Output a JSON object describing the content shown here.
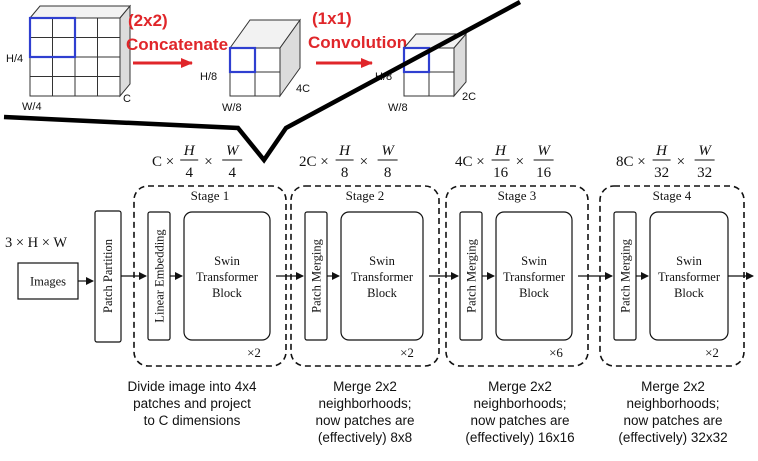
{
  "top": {
    "op1_line1": "(2x2)",
    "op1_line2": "Concatenate",
    "op2_line1": "(1x1)",
    "op2_line2": "Convolution",
    "cube1": {
      "height": "H/4",
      "width": "W/4",
      "depth": "C"
    },
    "cube2": {
      "height": "H/8",
      "width": "W/8",
      "depth": "4C"
    },
    "cube3": {
      "height": "H/8",
      "width": "W/8",
      "depth": "2C"
    }
  },
  "input": {
    "shape": "3 × H × W",
    "images_label": "Images",
    "patch_partition": "Patch Partition"
  },
  "stages": [
    {
      "title": "Stage 1",
      "first_block": "Linear Embedding",
      "swin": [
        "Swin",
        "Transformer",
        "Block"
      ],
      "repeat": "×2",
      "dims": {
        "c": "C ×",
        "h_num": "H",
        "h_den": "4",
        "times": "×",
        "w_num": "W",
        "w_den": "4"
      },
      "caption": [
        "Divide image into 4x4",
        "patches and project",
        "to C dimensions"
      ]
    },
    {
      "title": "Stage 2",
      "first_block": "Patch Merging",
      "swin": [
        "Swin",
        "Transformer",
        "Block"
      ],
      "repeat": "×2",
      "dims": {
        "c": "2C ×",
        "h_num": "H",
        "h_den": "8",
        "times": "×",
        "w_num": "W",
        "w_den": "8"
      },
      "caption": [
        "Merge 2x2",
        "neighborhoods;",
        "now patches are",
        "(effectively) 8x8"
      ]
    },
    {
      "title": "Stage 3",
      "first_block": "Patch Merging",
      "swin": [
        "Swin",
        "Transformer",
        "Block"
      ],
      "repeat": "×6",
      "dims": {
        "c": "4C ×",
        "h_num": "H",
        "h_den": "16",
        "times": "×",
        "w_num": "W",
        "w_den": "16"
      },
      "caption": [
        "Merge 2x2",
        "neighborhoods;",
        "now patches are",
        "(effectively) 16x16"
      ]
    },
    {
      "title": "Stage 4",
      "first_block": "Patch Merging",
      "swin": [
        "Swin",
        "Transformer",
        "Block"
      ],
      "repeat": "×2",
      "dims": {
        "c": "8C ×",
        "h_num": "H",
        "h_den": "32",
        "times": "×",
        "w_num": "W",
        "w_den": "32"
      },
      "caption": [
        "Merge 2x2",
        "neighborhoods;",
        "now patches are",
        "(effectively) 32x32"
      ]
    }
  ],
  "colors": {
    "red": "#e0262a",
    "blue": "#2f3fd0",
    "ink": "#111111"
  }
}
